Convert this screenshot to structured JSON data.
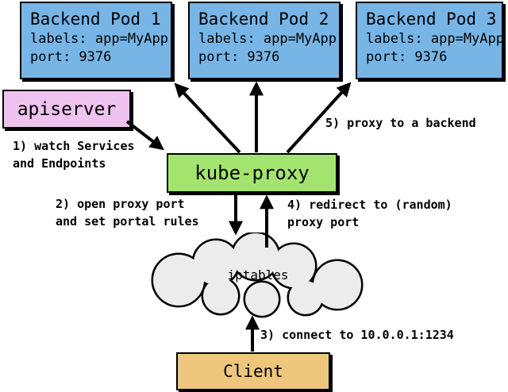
{
  "colors": {
    "pod_fill": "#77b5e6",
    "apiserver_fill": "#efc3f0",
    "kube_proxy_fill": "#a3e46f",
    "client_fill": "#efc77c",
    "cloud_fill": "#ececec",
    "line": "#000000"
  },
  "pods": [
    {
      "title": "Backend Pod 1",
      "labels": "labels: app=MyApp",
      "port": "port: 9376"
    },
    {
      "title": "Backend Pod 2",
      "labels": "labels: app=MyApp",
      "port": "port: 9376"
    },
    {
      "title": "Backend Pod 3",
      "labels": "labels: app=MyApp",
      "port": "port: 9376"
    }
  ],
  "apiserver_label": "apiserver",
  "kube_proxy_label": "kube-proxy",
  "iptables_label": "iptables",
  "client_label": "Client",
  "steps": {
    "step1": "1) watch Services\nand Endpoints",
    "step2": "2) open proxy port\nand set portal rules",
    "step3": "3) connect to 10.0.0.1:1234",
    "step4": "4) redirect to (random)\nproxy port",
    "step5": "5) proxy to a backend"
  }
}
